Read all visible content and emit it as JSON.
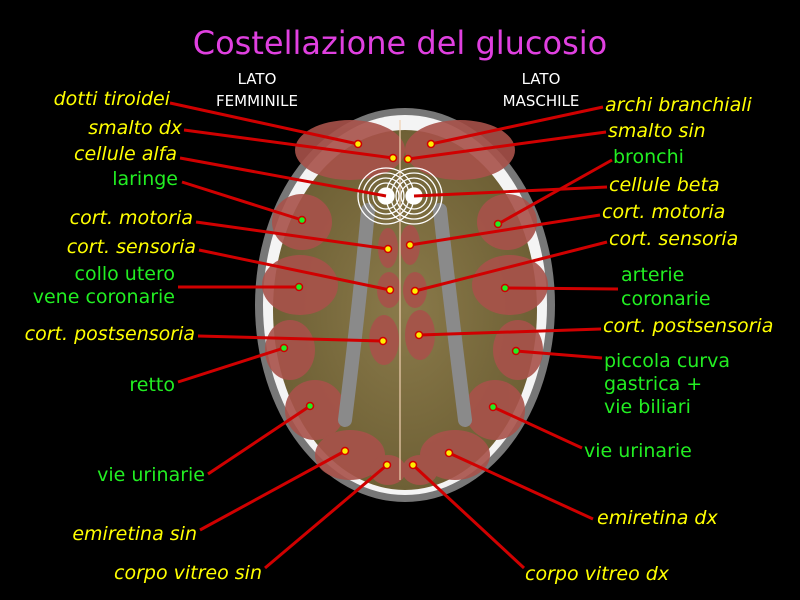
{
  "title": "Costellazione del glucosio",
  "sides": {
    "left": [
      "LATO",
      "FEMMINILE"
    ],
    "right": [
      "LATO",
      "MASCHILE"
    ]
  },
  "colors": {
    "title": "#e040e0",
    "yellow_label": "#ffff00",
    "green_label": "#22ee22",
    "line": "#d00000"
  },
  "labels_left": [
    {
      "text": "dotti tiroidei",
      "kind": "yellow"
    },
    {
      "text": "smalto dx",
      "kind": "yellow"
    },
    {
      "text": "cellule alfa",
      "kind": "yellow"
    },
    {
      "text": "laringe",
      "kind": "green"
    },
    {
      "text": "cort. motoria",
      "kind": "yellow"
    },
    {
      "text": "cort. sensoria",
      "kind": "yellow"
    },
    {
      "text": "collo utero",
      "kind": "green"
    },
    {
      "text": "vene coronarie",
      "kind": "green"
    },
    {
      "text": "cort. postsensoria",
      "kind": "yellow"
    },
    {
      "text": "retto",
      "kind": "green"
    },
    {
      "text": "vie urinarie",
      "kind": "green"
    },
    {
      "text": "emiretina sin",
      "kind": "yellow"
    },
    {
      "text": "corpo vitreo sin",
      "kind": "yellow"
    }
  ],
  "labels_right": [
    {
      "text": "archi branchiali",
      "kind": "yellow"
    },
    {
      "text": "smalto sin",
      "kind": "yellow"
    },
    {
      "text": "bronchi",
      "kind": "green"
    },
    {
      "text": "cellule beta",
      "kind": "yellow"
    },
    {
      "text": "cort. motoria",
      "kind": "yellow"
    },
    {
      "text": "cort. sensoria",
      "kind": "yellow"
    },
    {
      "text": "arterie",
      "kind": "green"
    },
    {
      "text": "coronarie",
      "kind": "green"
    },
    {
      "text": "cort. postsensoria",
      "kind": "yellow"
    },
    {
      "text": "piccola curva",
      "kind": "green"
    },
    {
      "text": "gastrica +",
      "kind": "green"
    },
    {
      "text": "vie biliari",
      "kind": "green"
    },
    {
      "text": "vie urinarie",
      "kind": "green"
    },
    {
      "text": "emiretina dx",
      "kind": "yellow"
    },
    {
      "text": "corpo vitreo dx",
      "kind": "yellow"
    }
  ]
}
